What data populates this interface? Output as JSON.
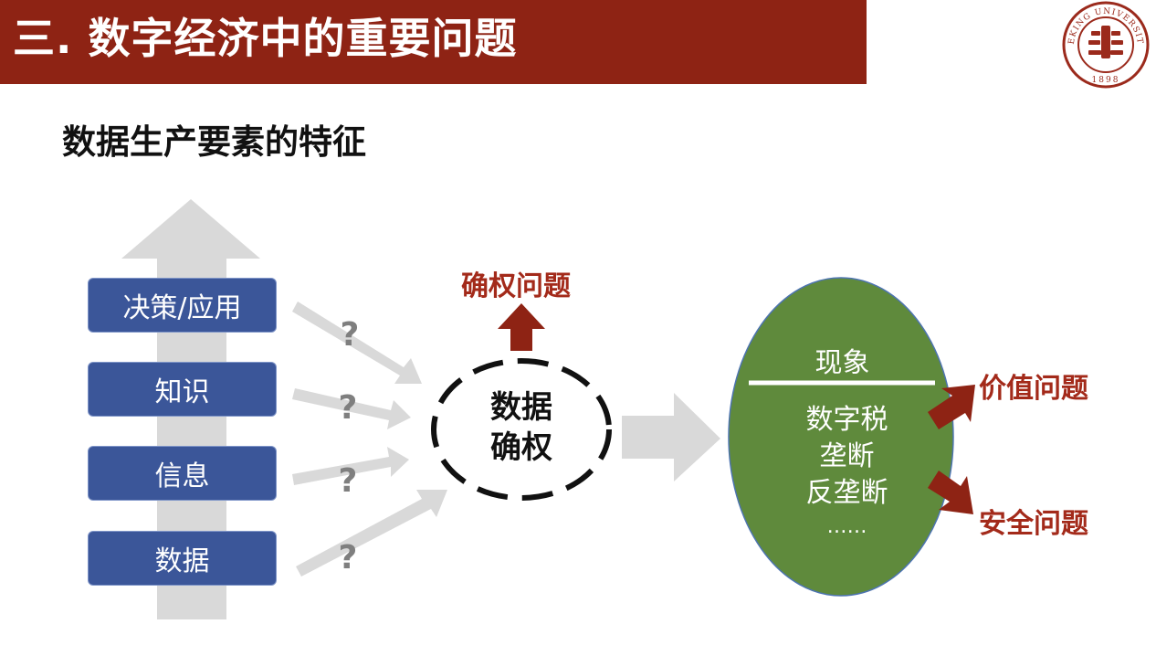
{
  "header": {
    "title": "三. 数字经济中的重要问题"
  },
  "logo": {
    "ring_text": "PEKING UNIVERSITY",
    "year": "1898"
  },
  "subtitle": "数据生产要素的特征",
  "levels": [
    {
      "label": "决策/应用"
    },
    {
      "label": "知识"
    },
    {
      "label": "信息"
    },
    {
      "label": "数据"
    }
  ],
  "question_mark": "?",
  "center": {
    "line1": "数据",
    "line2": "确权"
  },
  "top_issue": "确权问题",
  "result": {
    "title": "现象",
    "items": [
      "数字税",
      "垄断",
      "反垄断",
      "……"
    ]
  },
  "right_issues": {
    "value": "价值问题",
    "security": "安全问题"
  },
  "colors": {
    "header_bg": "#8e2314",
    "box_blue": "#3b5699",
    "ellipse_green": "#5f8a3c",
    "accent_red": "#a32a1a",
    "arrow_gray": "#d9d9d9"
  }
}
